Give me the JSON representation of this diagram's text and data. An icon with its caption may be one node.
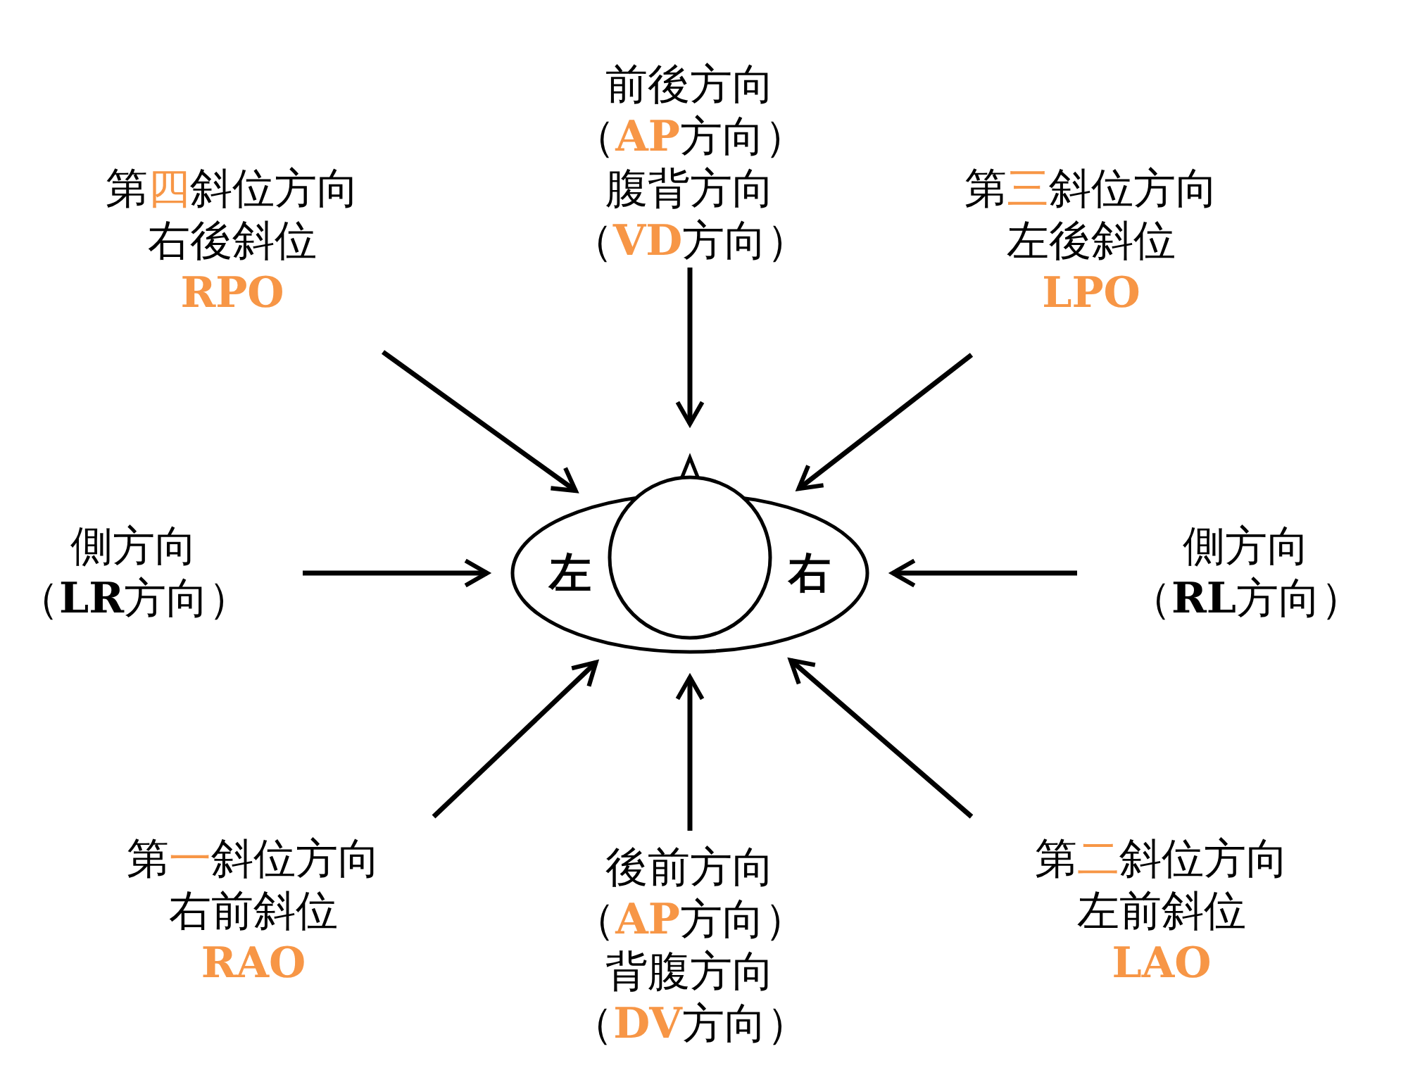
{
  "diagram": {
    "nodes": [
      {
        "text": [
          "前後方向",
          "（AP方向）",
          "腹背方向",
          "（VD方向）"
        ]
      },
      {
        "text": [
          "第四斜位方向",
          "右後斜位",
          "RPO"
        ]
      },
      {
        "text": [
          "第三斜位方向",
          "左後斜位",
          "LPO"
        ]
      },
      {
        "text": [
          "側方向",
          "（LR方向）"
        ]
      },
      {
        "text": [
          "側方向",
          "（RL方向）"
        ]
      },
      {
        "text": [
          "第一斜位方向",
          "右前斜位",
          "RAO"
        ]
      },
      {
        "text": [
          "後前方向",
          "（AP方向）",
          "背腹方向",
          "（DV方向）"
        ]
      },
      {
        "text": [
          "第二斜位方向",
          "左前斜位",
          "LAO"
        ]
      },
      {
        "text": [
          "左",
          "右"
        ]
      },
      {
        "text": [],
        "shape": "circle"
      }
    ],
    "edges": [
      {
        "from": 0,
        "to": 9,
        "arrow": "to"
      },
      {
        "from": 1,
        "to": 8,
        "arrow": "to"
      },
      {
        "from": 2,
        "to": 8,
        "arrow": "to"
      },
      {
        "from": 3,
        "to": 8,
        "arrow": "to"
      },
      {
        "from": 4,
        "to": 8,
        "arrow": "to"
      },
      {
        "from": 5,
        "to": 8,
        "arrow": "to"
      },
      {
        "from": 6,
        "to": 8,
        "arrow": "to"
      },
      {
        "from": 7,
        "to": 8,
        "arrow": "to"
      }
    ]
  }
}
